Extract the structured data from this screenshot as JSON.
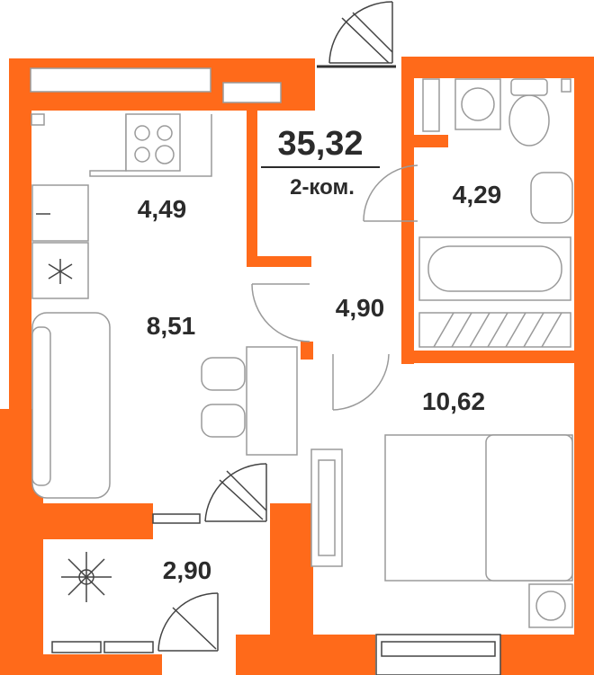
{
  "plan": {
    "total_area": "35,32",
    "rooms_count": "2-ком.",
    "wall_color": "#ff6a1a",
    "furniture_color": "#9a9a9a",
    "rooms": [
      {
        "id": "kitchen",
        "area": "4,49"
      },
      {
        "id": "living",
        "area": "8,51"
      },
      {
        "id": "bathroom",
        "area": "4,29"
      },
      {
        "id": "hallway",
        "area": "4,90"
      },
      {
        "id": "bedroom",
        "area": "10,62"
      },
      {
        "id": "balcony",
        "area": "2,90"
      }
    ]
  }
}
